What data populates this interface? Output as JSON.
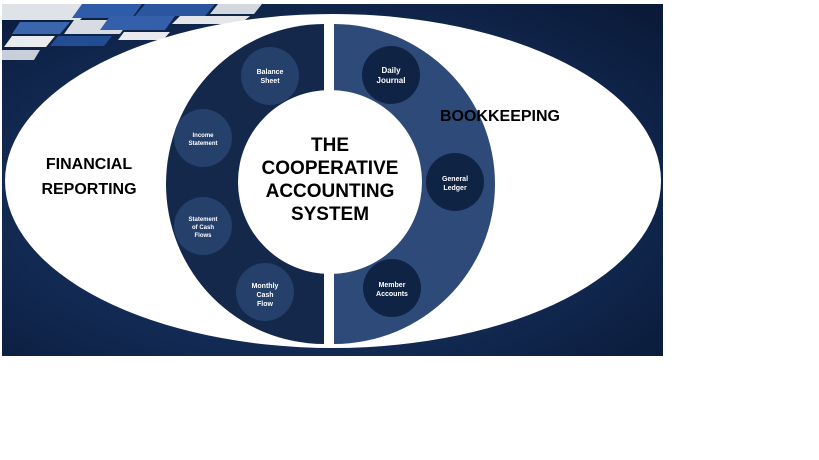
{
  "diagram": {
    "center": {
      "lines": [
        "THE",
        "COOPERATIVE",
        "ACCOUNTING",
        "SYSTEM"
      ]
    },
    "left_section": {
      "lines": [
        "FINANCIAL",
        "REPORTING"
      ]
    },
    "right_section": {
      "lines": [
        "BOOKKEEPING"
      ]
    },
    "left_nodes": [
      {
        "lines": [
          "Balance",
          "Sheet"
        ]
      },
      {
        "lines": [
          "Income",
          "Statement"
        ]
      },
      {
        "lines": [
          "Statement",
          "of Cash",
          "Flows"
        ]
      },
      {
        "lines": [
          "Monthly",
          "Cash",
          "Flow"
        ]
      }
    ],
    "right_nodes": [
      {
        "lines": [
          "Daily",
          "Journal"
        ]
      },
      {
        "lines": [
          "General",
          "Ledger"
        ]
      },
      {
        "lines": [
          "Member",
          "Accounts"
        ]
      }
    ]
  },
  "colors": {
    "background_dark": "#0f2347",
    "background_mid": "#1a3a6e",
    "ellipse_fill": "#ffffff",
    "left_ring": "#13284a",
    "right_ring": "#2e4a78",
    "node_left": "#24406b",
    "node_right": "#0f2444",
    "cube_blue": "#2b5aa6",
    "cube_grey": "#e6e8ec"
  }
}
